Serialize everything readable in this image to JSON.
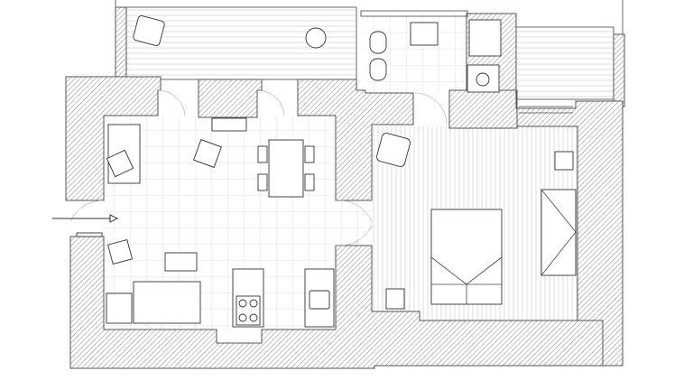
{
  "plan": {
    "colors": {
      "wall_hatch": "#8a8a8a",
      "line": "#333333",
      "background": "#ffffff"
    },
    "rooms": [
      "terrace",
      "living-kitchen",
      "bathroom",
      "bedroom"
    ],
    "entrance_icon": "arrow-right-icon"
  }
}
